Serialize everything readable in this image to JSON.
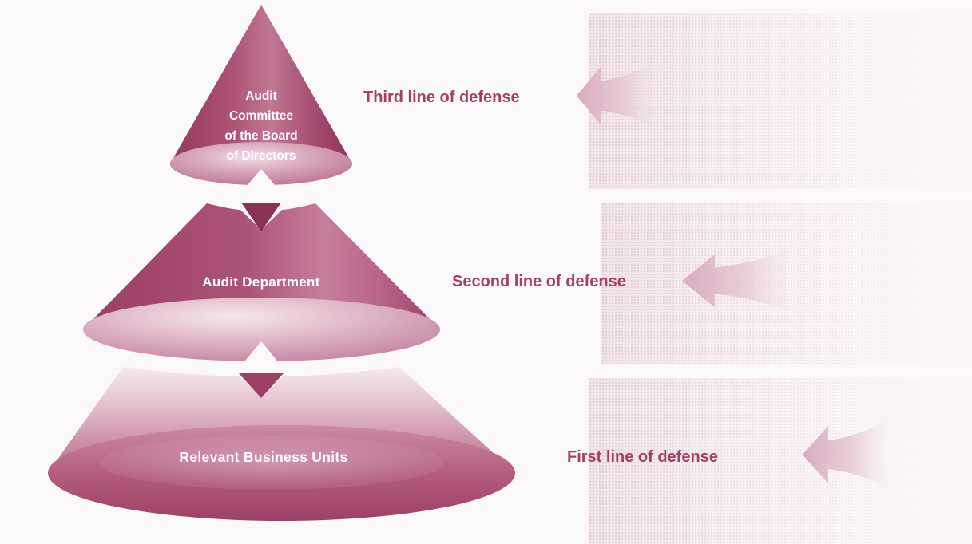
{
  "cone": {
    "tiers": [
      {
        "name": "audit-committee-tier",
        "lines": [
          "Audit",
          "Committee",
          "of the Board",
          "of Directors"
        ]
      },
      {
        "name": "audit-department-tier",
        "lines": [
          "Audit Department"
        ]
      },
      {
        "name": "relevant-business-units-tier",
        "lines": [
          "Relevant Business Units"
        ]
      }
    ]
  },
  "annotations": [
    {
      "label": "Third line of defense",
      "points_to": "audit-committee-tier"
    },
    {
      "label": "Second line of defense",
      "points_to": "audit-department-tier"
    },
    {
      "label": "First line of defense",
      "points_to": "relevant-business-units-tier"
    }
  ],
  "icons": {
    "arrow": "left-swoosh-arrow-icon"
  },
  "colors": {
    "rose_dark": "#8c3257",
    "rose": "#ad557a",
    "rose_light": "#d9aabd",
    "annotation_text": "#a63f66",
    "tier_text": "#ffffff",
    "arrow_fill": "#d8a9bd",
    "background": "#fbf8f9"
  }
}
